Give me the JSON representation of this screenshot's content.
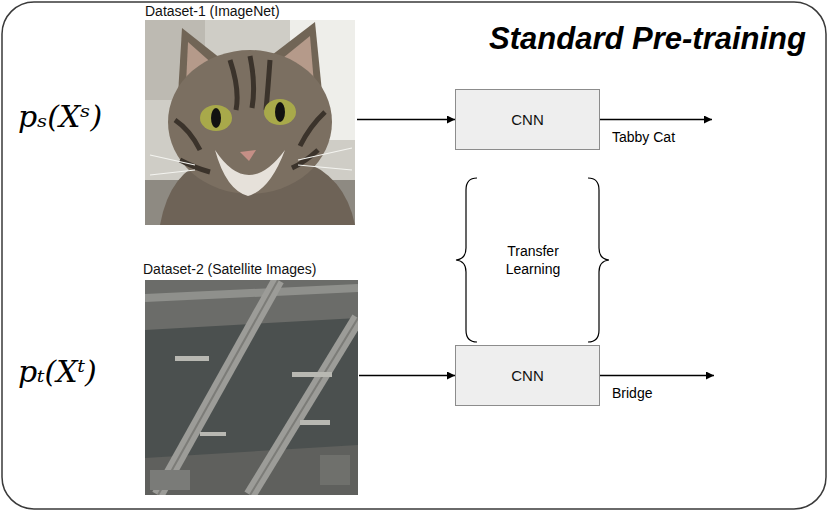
{
  "diagram": {
    "title": "Standard Pre-training",
    "nodes": [
      {
        "text": [
          "Dataset-1 (ImageNet)"
        ]
      },
      {
        "text": [
          "CNN"
        ]
      },
      {
        "text": [
          "Dataset-2 (Satellite Images)"
        ]
      },
      {
        "text": [
          "CNN"
        ]
      }
    ],
    "edges": [
      {
        "from": 0,
        "to": 1,
        "arrow": "to"
      },
      {
        "from": 2,
        "to": 3,
        "arrow": "to"
      }
    ],
    "labels": [
      "pₛ(Xˢ)",
      "Tabby Cat",
      "Transfer Learning",
      "pₜ(Xᵗ)",
      "Bridge"
    ]
  }
}
